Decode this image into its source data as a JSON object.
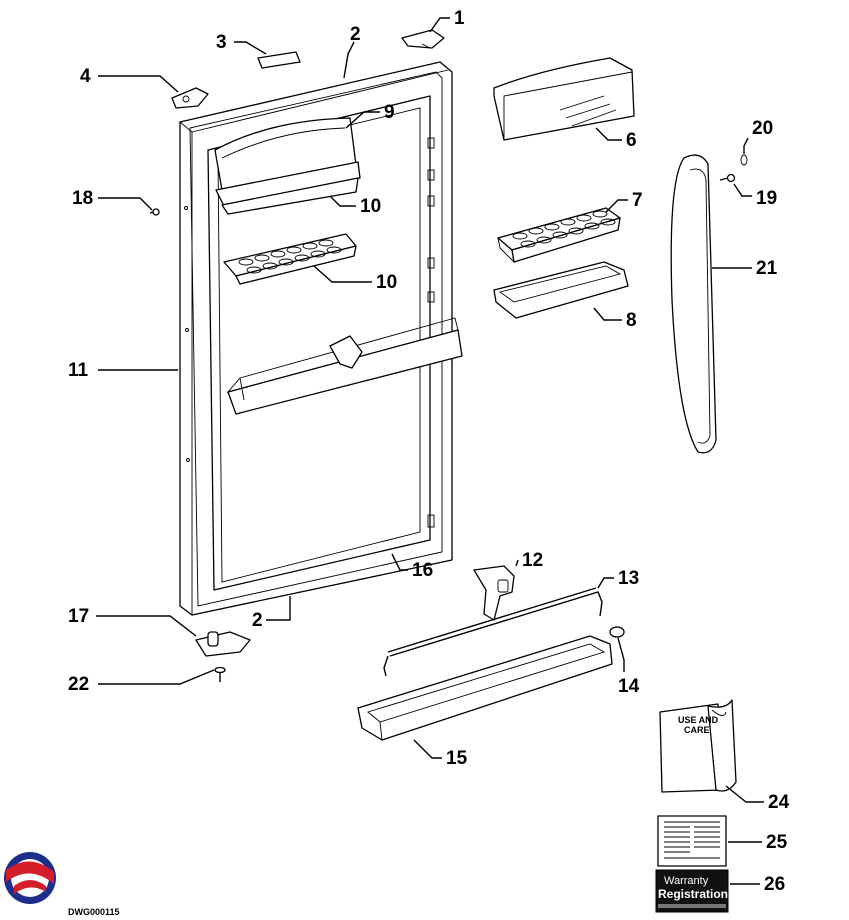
{
  "drawing_number": "DWG000115",
  "manual": {
    "line1": "USE AND",
    "line2": "CARE"
  },
  "warranty": {
    "line1": "Warranty",
    "line2": "Registration"
  },
  "callouts": [
    "1",
    "2",
    "3",
    "4",
    "6",
    "9",
    "10",
    "20",
    "19",
    "18",
    "7",
    "10",
    "21",
    "11",
    "8",
    "12",
    "16",
    "13",
    "2",
    "17",
    "14",
    "22",
    "15",
    "24",
    "25",
    "26"
  ]
}
